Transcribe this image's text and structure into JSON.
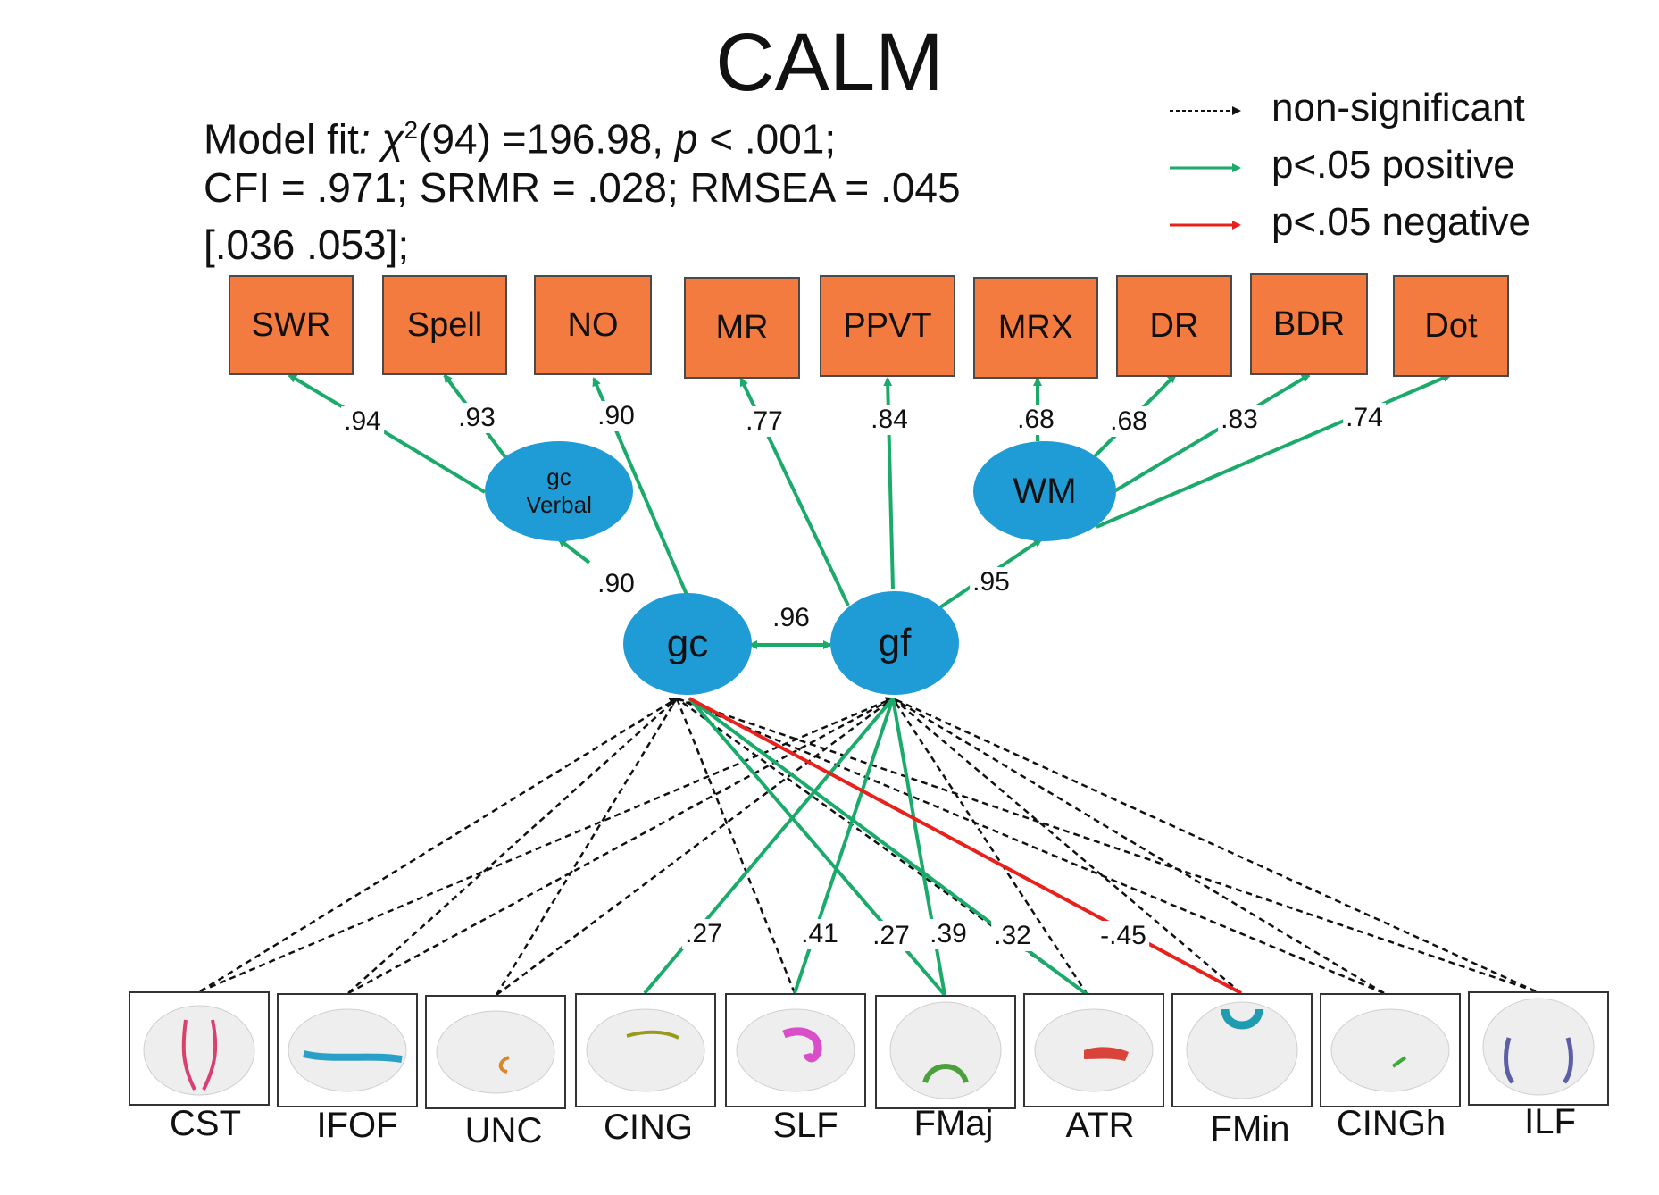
{
  "title": "CALM",
  "model_fit": {
    "line1_prefix": "Model fit",
    "line1_colon": ":",
    "chi": "χ",
    "chi_sup": "2",
    "line1_rest": "(94) =196.98, ",
    "p": "p",
    "line1_end": " < .001;",
    "line2": "CFI = .971; SRMR = .028; RMSEA = .045",
    "line3": "[.036 .053];"
  },
  "legend": [
    {
      "label": "non-significant",
      "style": "dashed",
      "color": "#111111"
    },
    {
      "label": "p<.05 positive",
      "style": "solid",
      "color": "#1aaa6a"
    },
    {
      "label": "p<.05 negative",
      "style": "solid",
      "color": "#e8211d"
    }
  ],
  "observed": [
    "SWR",
    "Spell",
    "NO",
    "MR",
    "PPVT",
    "MRX",
    "DR",
    "BDR",
    "Dot"
  ],
  "latents": {
    "gc_verbal": {
      "line1": "gc",
      "line2": "Verbal"
    },
    "wm": "WM",
    "gc": "gc",
    "gf": "gf"
  },
  "loadings": {
    "swr": ".94",
    "spell": ".93",
    "no": ".90",
    "mr": ".77",
    "ppvt": ".84",
    "mrx": ".68",
    "dr": ".68",
    "bdr": ".83",
    "dot": ".74",
    "gc_verbal": ".90",
    "gc_gf": ".96",
    "wm": ".95"
  },
  "tract_coefficients": {
    "cing": ".27",
    "slf": ".41",
    "fmaj_gc": ".27",
    "fmaj_gf": ".39",
    "atr": ".32",
    "fmin": "-.45"
  },
  "tracts": [
    "CST",
    "IFOF",
    "UNC",
    "CING",
    "SLF",
    "FMaj",
    "ATR",
    "FMin",
    "CINGh",
    "ILF"
  ],
  "colors": {
    "observed_fill": "#f47b3f",
    "latent_fill": "#1f9bd6",
    "positive": "#1aaa6a",
    "negative": "#e8211d",
    "nonsignificant": "#111111"
  }
}
